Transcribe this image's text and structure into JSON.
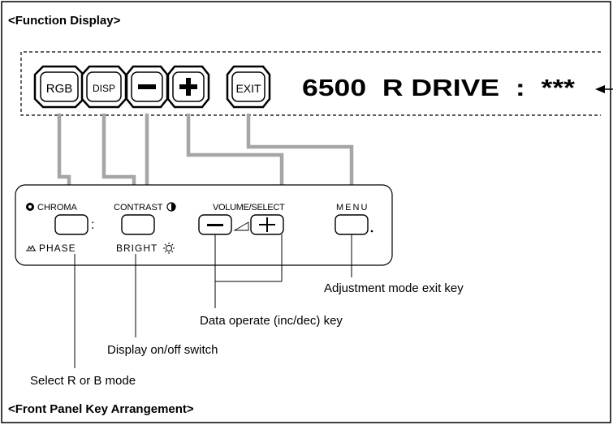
{
  "section_titles": {
    "function_display": "<Function Display>",
    "front_panel": "<Front Panel Key Arrangement>"
  },
  "display_keys": [
    {
      "name": "rgb-key",
      "label": "RGB"
    },
    {
      "name": "disp-key",
      "label": "DISP"
    },
    {
      "name": "minus-key",
      "label": "−"
    },
    {
      "name": "plus-key",
      "label": "+"
    },
    {
      "name": "exit-key",
      "label": "EXIT"
    }
  ],
  "display_readout": "6500  R DRIVE  :  ***",
  "panel": {
    "chroma_label": "CHROMA",
    "phase_label": "PHASE",
    "contrast_label": "CONTRAST",
    "bright_label": "BRIGHT",
    "volume_select_label": "VOLUME/SELECT",
    "menu_label": "MENU"
  },
  "callouts": {
    "exit_key": "Adjustment mode exit key",
    "data_operate": "Data operate (inc/dec) key",
    "display_switch": "Display on/off switch",
    "select_mode": "Select R or B mode"
  },
  "colors": {
    "connector": "#a6a6a6",
    "line": "#000000",
    "frame": "#000000"
  }
}
